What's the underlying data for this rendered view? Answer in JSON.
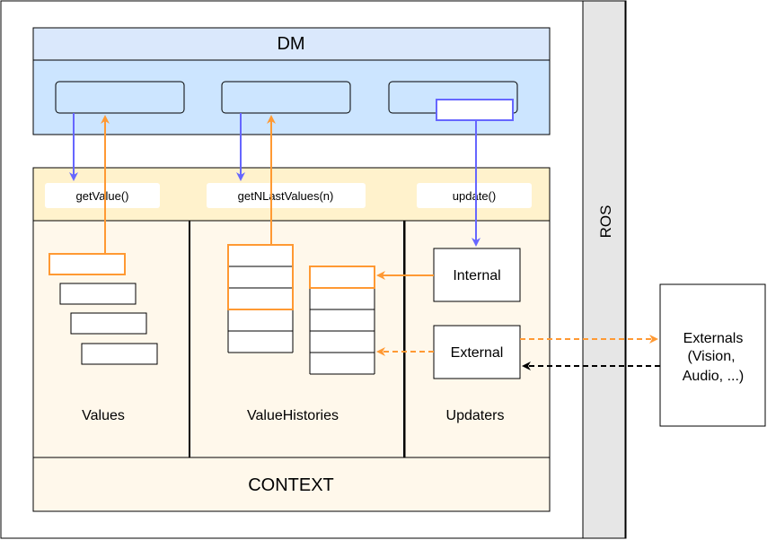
{
  "title": "DM",
  "side_label": "ROS",
  "context_label": "CONTEXT",
  "interface": {
    "get_value": "getValue()",
    "get_n_last_values": "getNLastValues(n)",
    "update": "update()"
  },
  "sections": {
    "values": "Values",
    "value_histories": "ValueHistories",
    "updaters": "Updaters"
  },
  "updaters": {
    "internal": "Internal",
    "external": "External"
  },
  "externals": {
    "line1": "Externals",
    "line2": "(Vision,",
    "line3": "Audio, ...)"
  },
  "colors": {
    "blue_arrow": "#6666ff",
    "orange": "#ff9933",
    "dm_header_fill": "#dae8fc",
    "dm_body_fill": "#cce5ff",
    "interface_fill": "#fff2cc",
    "section_fill": "#fff8eb",
    "ros_fill": "#e6e6e6"
  }
}
